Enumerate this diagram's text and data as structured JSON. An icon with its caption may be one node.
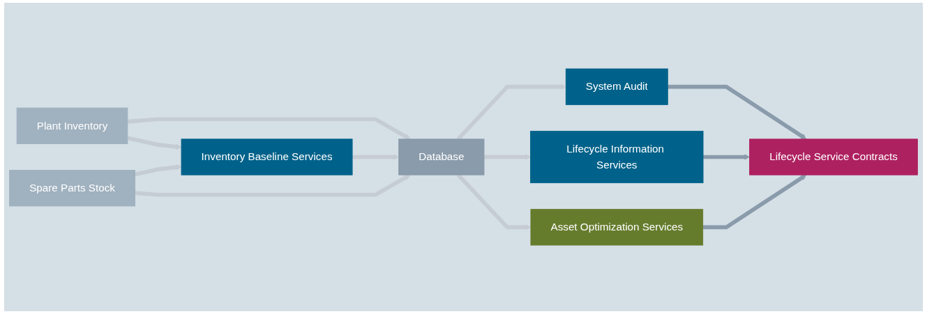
{
  "diagram": {
    "nodes": [
      {
        "text": [
          "Plant Inventory"
        ]
      },
      {
        "text": [
          "Inventory Baseline Services"
        ]
      },
      {
        "text": [
          "Spare Parts Stock"
        ]
      },
      {
        "text": [
          "Database"
        ]
      },
      {
        "text": [
          "System Audit"
        ]
      },
      {
        "text": [
          "Lifecycle Information Services"
        ]
      },
      {
        "text": [
          "Asset Optimization Services"
        ]
      },
      {
        "text": [
          "Lifecycle Service Contracts"
        ]
      }
    ],
    "edges": [
      {
        "from": 0,
        "to": 3,
        "arrow": "to"
      },
      {
        "from": 0,
        "to": 1,
        "arrow": "to"
      },
      {
        "from": 2,
        "to": 1,
        "arrow": "to"
      },
      {
        "from": 1,
        "to": 3,
        "arrow": "to"
      },
      {
        "from": 2,
        "to": 3,
        "arrow": "to"
      },
      {
        "from": 3,
        "to": 4,
        "arrow": "to"
      },
      {
        "from": 3,
        "to": 5,
        "arrow": "to"
      },
      {
        "from": 3,
        "to": 6,
        "arrow": "to"
      },
      {
        "from": 4,
        "to": 7,
        "arrow": "to",
        "color": "#8a9bab"
      },
      {
        "from": 5,
        "to": 7,
        "arrow": "to",
        "color": "#8a9bab"
      },
      {
        "from": 6,
        "to": 7,
        "arrow": "to",
        "color": "#8a9bab"
      }
    ]
  }
}
